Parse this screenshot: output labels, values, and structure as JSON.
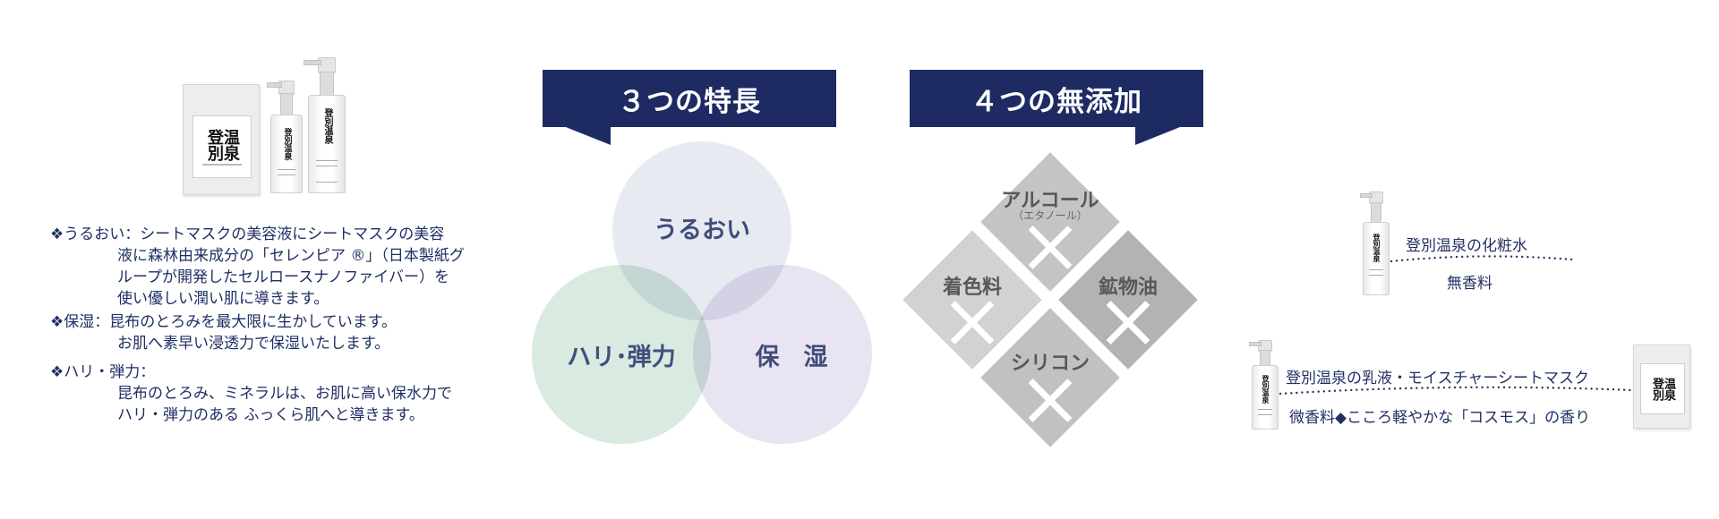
{
  "products_top": {
    "sachet_logo": [
      "登別",
      "温泉"
    ],
    "bottle_label": "登別温泉"
  },
  "features_list": [
    {
      "mark": "❖",
      "head": "うるおい：シートマスクの美容液にシートマスクの美容",
      "lines": [
        "液に森林由来成分の「セレンピア ®」（日本製紙グ",
        "ループが開発したセルロースナノファイバー）を",
        "使い優しい潤い肌に導きます。"
      ]
    },
    {
      "mark": "❖",
      "head": "保湿：昆布のとろみを最大限に生かしています。",
      "lines": [
        "お肌へ素早い浸透力で保湿いたします。"
      ]
    },
    {
      "mark": "❖",
      "head": "ハリ・弾力：",
      "lines": [
        "昆布のとろみ、ミネラルは、お肌に高い保水力で",
        "ハリ・弾力のある ふっくら肌へと導きます。"
      ]
    }
  ],
  "banner_features": "３つの特長",
  "banner_additive_free": "４つの無添加",
  "circles": {
    "top": "うるおい",
    "left": "ハリ･弾力",
    "right": "保　湿",
    "colors": {
      "top": "#e3e8ef",
      "left": "#d3e7dc",
      "right": "#e6dff0"
    }
  },
  "diamonds": {
    "top": {
      "label": "アルコール",
      "sub": "（エタノール）",
      "color": "#c4c4c4"
    },
    "left": {
      "label": "着色料",
      "color": "#d2d2d2"
    },
    "right": {
      "label": "鉱物油",
      "color": "#b3b3b3"
    },
    "bottom": {
      "label": "シリコン",
      "color": "#c1c1c1"
    }
  },
  "right": {
    "toner_name": "登別温泉の化粧水",
    "toner_scent": "無香料",
    "set_name": "登別温泉の乳液・モイスチャーシートマスク",
    "set_scent": "微香料◆こころ軽やかな「コスモス」の香り"
  },
  "colors": {
    "navy": "#1e2b62",
    "text": "#1f2f63"
  }
}
